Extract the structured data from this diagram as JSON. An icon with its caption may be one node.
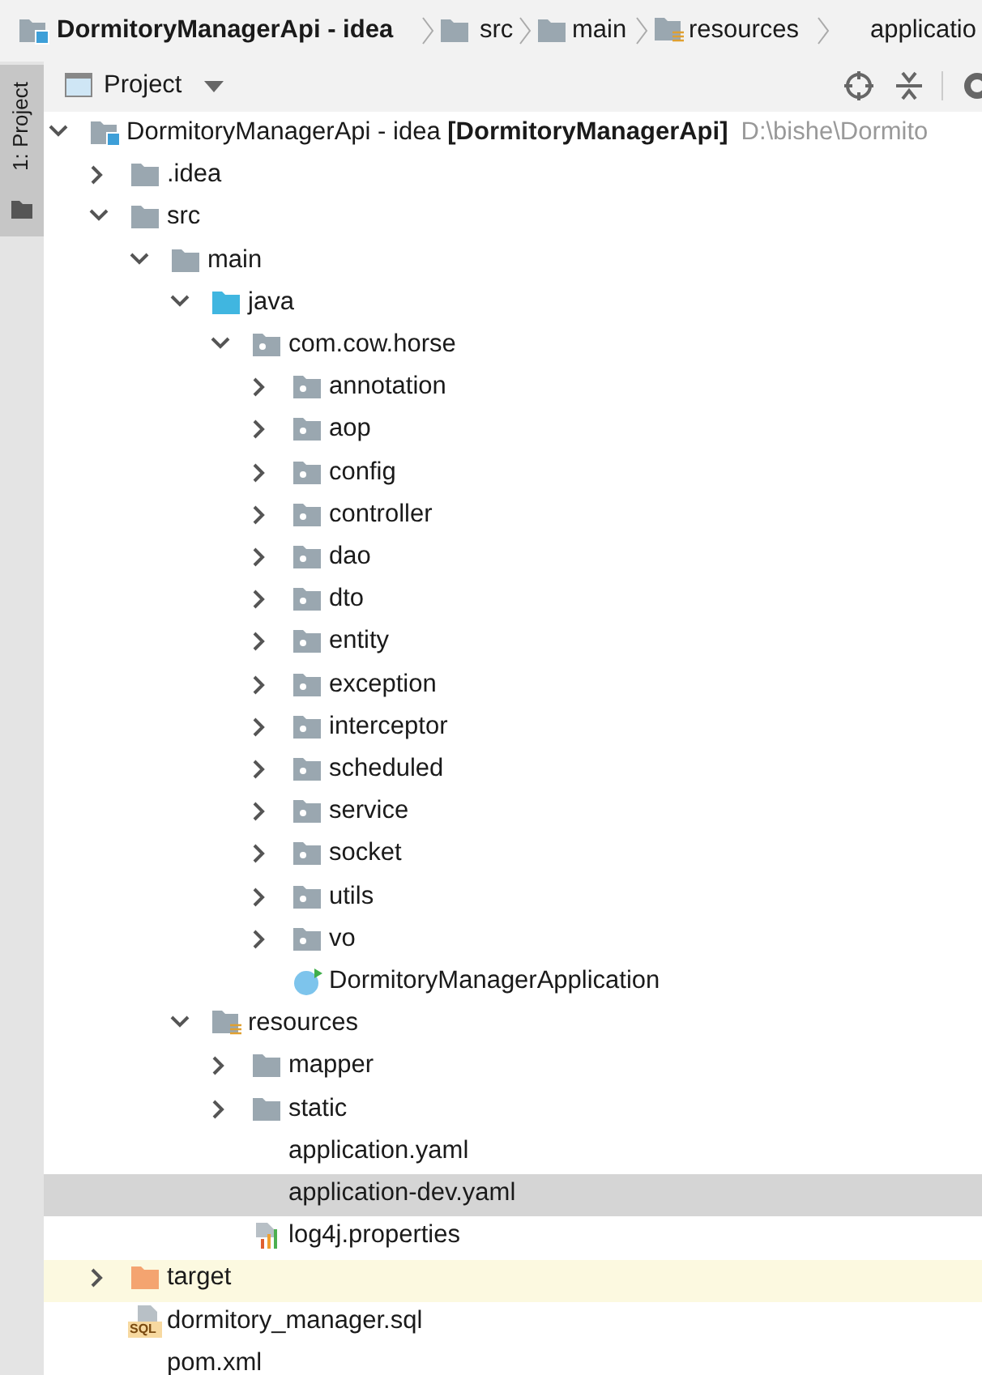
{
  "diagram": {
    "labels": [
      "DormitoryManagerApi - idea",
      "src",
      "main",
      "resources",
      "applicatio",
      "1: Project",
      "Project",
      "DormitoryManagerApi - idea **[DormitoryManagerApi]**",
      "D:\\bishe\\Dormito",
      ".idea",
      "src",
      "main",
      "java",
      "com.cow.horse",
      "annotation",
      "aop",
      "config",
      "controller",
      "dao",
      "dto",
      "entity",
      "exception",
      "interceptor",
      "scheduled",
      "service",
      "socket",
      "utils",
      "vo",
      "DormitoryManagerApplication",
      "resources",
      "mapper",
      "static",
      "application.yaml",
      "application-dev.yaml",
      "log4j.properties",
      "target",
      "SQL",
      "dormitory_manager.sql",
      "pom.xml"
    ]
  }
}
